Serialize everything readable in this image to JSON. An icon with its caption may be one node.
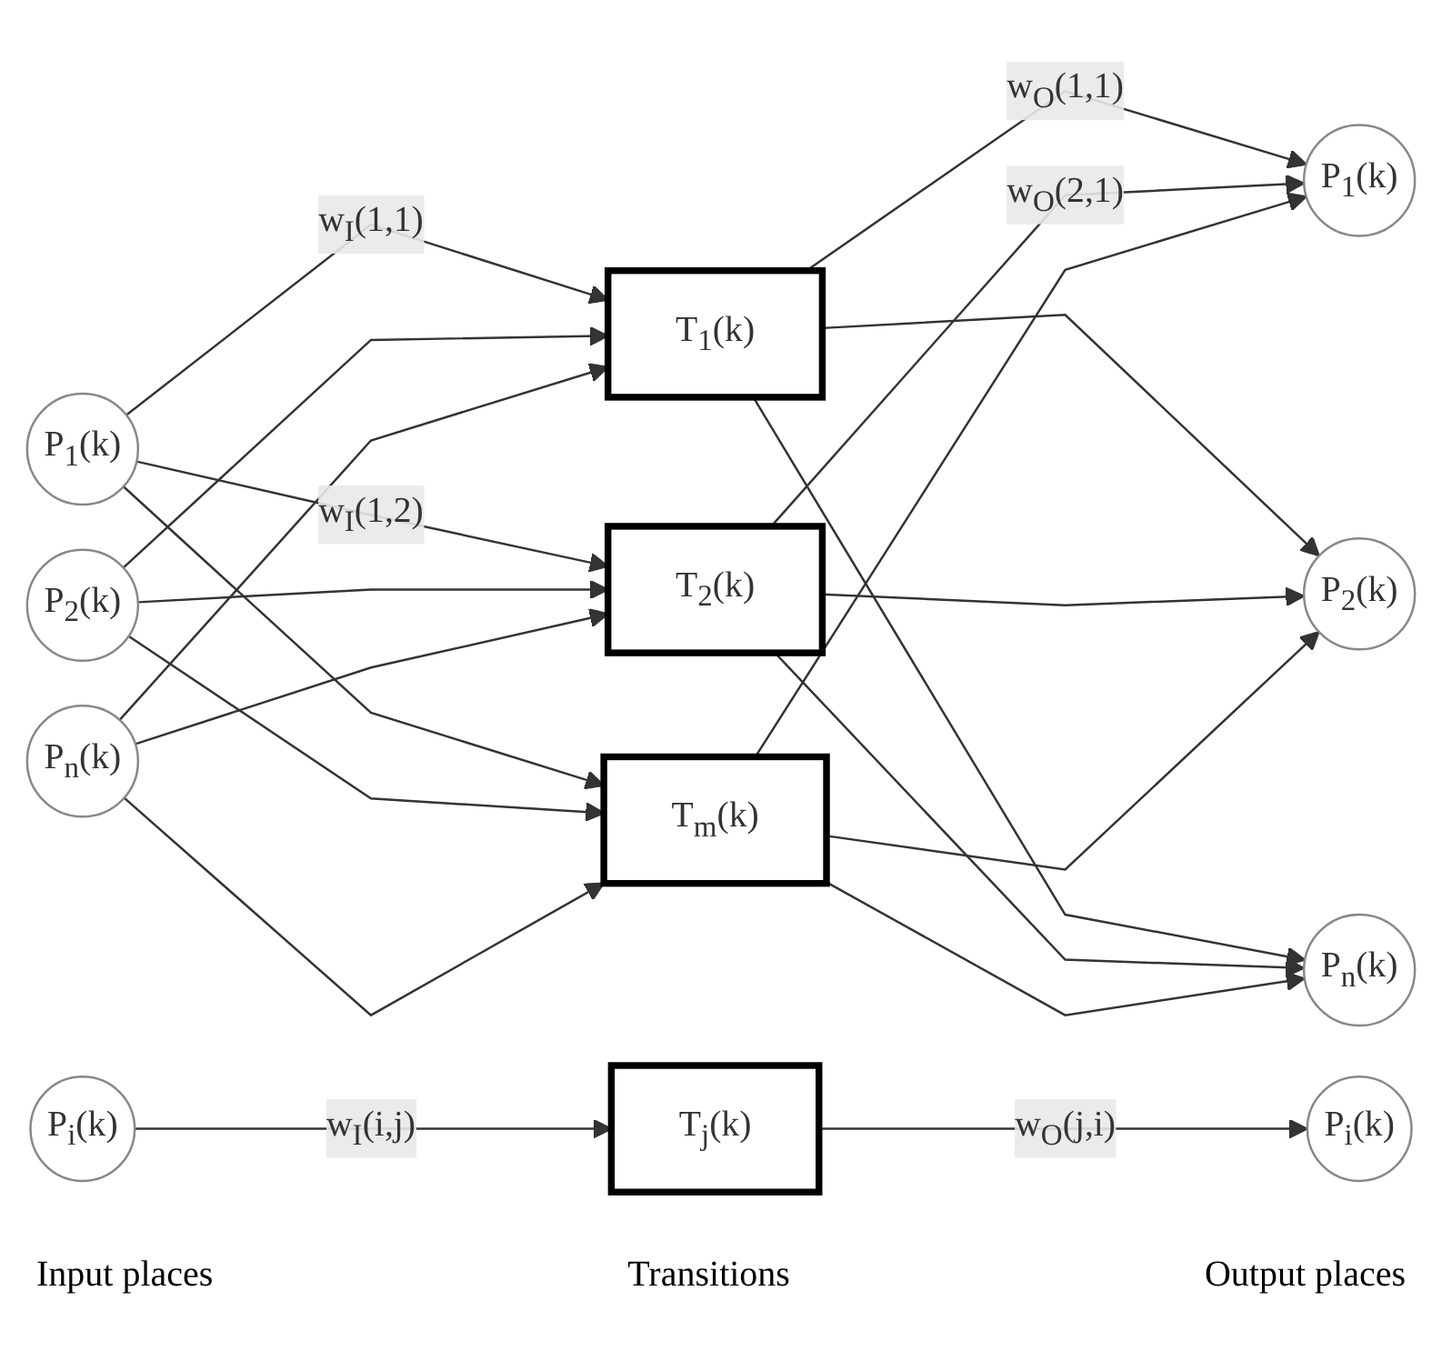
{
  "diagram": {
    "nodes": [
      {
        "text": [
          "P$_{1}$(k)"
        ]
      },
      {
        "text": [
          "P$_{2}$(k)"
        ]
      },
      {
        "text": [
          "P$_{i}$(k)"
        ]
      },
      {
        "text": [
          "P$_{n}$(k)"
        ]
      },
      {
        "text": [
          "T$_{1}$(k)"
        ]
      },
      {
        "text": [
          "T$_{2}$(k)"
        ]
      },
      {
        "text": [
          "T$_{j}$(k)"
        ]
      },
      {
        "text": [
          "T$_{m}$(k)"
        ]
      },
      {
        "text": [
          "P$_{1}$(k)"
        ]
      },
      {
        "text": [
          "P$_{2}$(k)"
        ]
      },
      {
        "text": [
          "P$_{i}$(k)"
        ]
      },
      {
        "text": [
          "P$_{n}$(k)"
        ]
      }
    ],
    "edges": [
      {
        "from": 0,
        "to": 4,
        "arrow": "to",
        "label": "w$_{I}$(1,1)"
      },
      {
        "from": 0,
        "to": 5,
        "arrow": "to",
        "label": "w$_{I}$(1,2)"
      },
      {
        "from": 0,
        "to": 7,
        "arrow": "to"
      },
      {
        "from": 1,
        "to": 4,
        "arrow": "to"
      },
      {
        "from": 1,
        "to": 5,
        "arrow": "to"
      },
      {
        "from": 1,
        "to": 7,
        "arrow": "to"
      },
      {
        "from": 2,
        "to": 6,
        "arrow": "to",
        "label": "w$_{I}$(i,j)"
      },
      {
        "from": 3,
        "to": 4,
        "arrow": "to"
      },
      {
        "from": 3,
        "to": 5,
        "arrow": "to"
      },
      {
        "from": 3,
        "to": 7,
        "arrow": "to"
      },
      {
        "from": 4,
        "to": 8,
        "arrow": "to",
        "label": "w$_{O}$(1,1)"
      },
      {
        "from": 4,
        "to": 9,
        "arrow": "to"
      },
      {
        "from": 4,
        "to": 11,
        "arrow": "to"
      },
      {
        "from": 5,
        "to": 8,
        "arrow": "to",
        "label": "w$_{O}$(2,1)"
      },
      {
        "from": 5,
        "to": 9,
        "arrow": "to"
      },
      {
        "from": 5,
        "to": 11,
        "arrow": "to"
      },
      {
        "from": 6,
        "to": 10,
        "arrow": "to",
        "label": "w$_{O}$(j,i)"
      },
      {
        "from": 7,
        "to": 8,
        "arrow": "to"
      },
      {
        "from": 7,
        "to": 9,
        "arrow": "to"
      },
      {
        "from": 7,
        "to": 11,
        "arrow": "to"
      }
    ],
    "labels": [
      "Input places",
      "Transitions",
      "Output places"
    ]
  }
}
